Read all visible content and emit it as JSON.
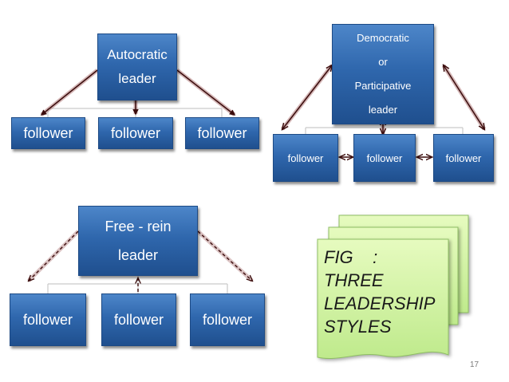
{
  "autocratic": {
    "leader_line1": "Autocratic",
    "leader_line2": "leader",
    "followers": [
      "follower",
      "follower",
      "follower"
    ]
  },
  "democratic": {
    "leader_line1": "Democratic",
    "leader_line2": "or",
    "leader_line3": "Participative",
    "leader_line4": "leader",
    "followers": [
      "follower",
      "follower",
      "follower"
    ]
  },
  "freerein": {
    "leader_line1": "Free - rein",
    "leader_line2": "leader",
    "followers": [
      "follower",
      "follower",
      "follower"
    ]
  },
  "note": {
    "line1": "FIG    :",
    "line2": "THREE",
    "line3": "LEADERSHIP",
    "line4": "STYLES"
  },
  "page_number": "17",
  "colors": {
    "box_blue": "#2f67ad",
    "arrow_dark": "#3a0c0c",
    "arrow_glow": "#b07a7a",
    "note_fill": "#d6f5a8"
  }
}
